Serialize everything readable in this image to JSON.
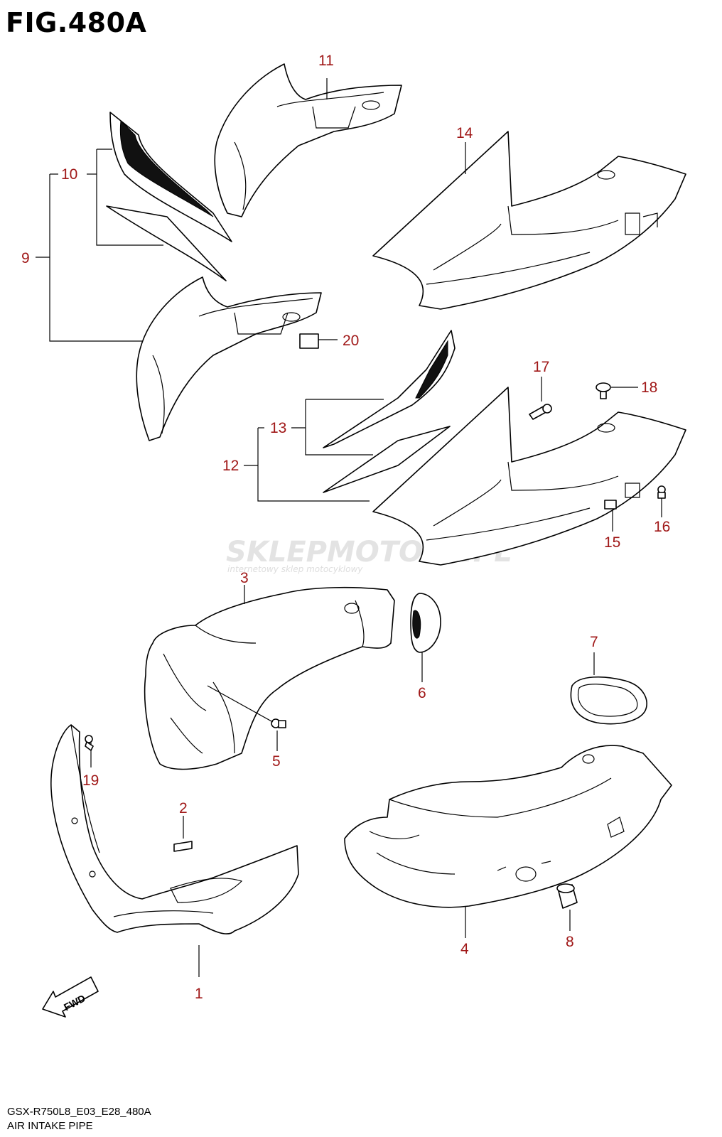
{
  "figure": {
    "title": "FIG.480A"
  },
  "callouts": {
    "c1": "1",
    "c2": "2",
    "c3": "3",
    "c4": "4",
    "c5": "5",
    "c6": "6",
    "c7": "7",
    "c8": "8",
    "c9": "9",
    "c10": "10",
    "c11": "11",
    "c12": "12",
    "c13": "13",
    "c14": "14",
    "c15": "15",
    "c16": "16",
    "c17": "17",
    "c18": "18",
    "c19": "19",
    "c20": "20"
  },
  "watermark": {
    "brand": "SKLEPMOTO48.PL",
    "tagline": "internetowy sklep motocyklowy"
  },
  "footer": {
    "model_code": "GSX-R750L8_E03_E28_480A",
    "group_name": "AIR INTAKE PIPE"
  },
  "icons": {
    "fwd": "fwd-arrow-icon"
  },
  "colors": {
    "callout": "#a01818",
    "line": "#000000",
    "background": "#ffffff"
  }
}
